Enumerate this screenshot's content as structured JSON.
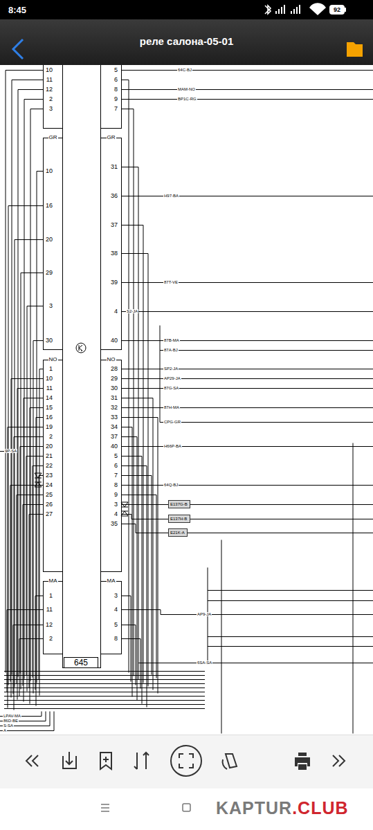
{
  "diagram": {
    "title": "реле салона-05-01",
    "nodes": [
      {
        "text": [
          "645"
        ]
      },
      {
        "text": [
          "GR"
        ]
      },
      {
        "text": [
          "GR"
        ]
      },
      {
        "text": [
          "NO"
        ]
      },
      {
        "text": [
          "NO"
        ]
      },
      {
        "text": [
          "MA"
        ]
      },
      {
        "text": [
          "MA"
        ]
      },
      {
        "text": [
          "E137G-B"
        ]
      },
      {
        "text": [
          "E137H-B"
        ]
      },
      {
        "text": [
          "E21K-A"
        ]
      }
    ],
    "labels": [
      "8:45",
      "92",
      "10",
      "11",
      "12",
      "2",
      "3",
      "5",
      "6",
      "8",
      "9",
      "7",
      "10",
      "16",
      "20",
      "29",
      "3",
      "30",
      "31",
      "36",
      "37",
      "38",
      "39",
      "4",
      "40",
      "1",
      "10",
      "11",
      "14",
      "15",
      "16",
      "19",
      "2",
      "20",
      "21",
      "22",
      "23",
      "24",
      "25",
      "26",
      "27",
      "28",
      "29",
      "30",
      "31",
      "32",
      "33",
      "34",
      "37",
      "40",
      "5",
      "6",
      "7",
      "8",
      "9",
      "3",
      "4",
      "35",
      "1",
      "11",
      "12",
      "2",
      "3",
      "4",
      "5",
      "8",
      "64C-BJ",
      "MAM-NO",
      "BP1C-RG",
      "H97-BA",
      "87T-VE",
      "S2-JA",
      "87B-MA",
      "87A-BJ",
      "SP2-JA",
      "AP29-JA",
      "87G-SA",
      "87H-MA",
      "CPG-GR",
      "H66P-BA",
      "64Q-BJ",
      "AP9-JA",
      "6SA-SA",
      "9P-SA",
      "LPAV-MA",
      "86D-BE",
      "S-SA",
      "A",
      "KAPTUR",
      ".CLUB"
    ]
  }
}
